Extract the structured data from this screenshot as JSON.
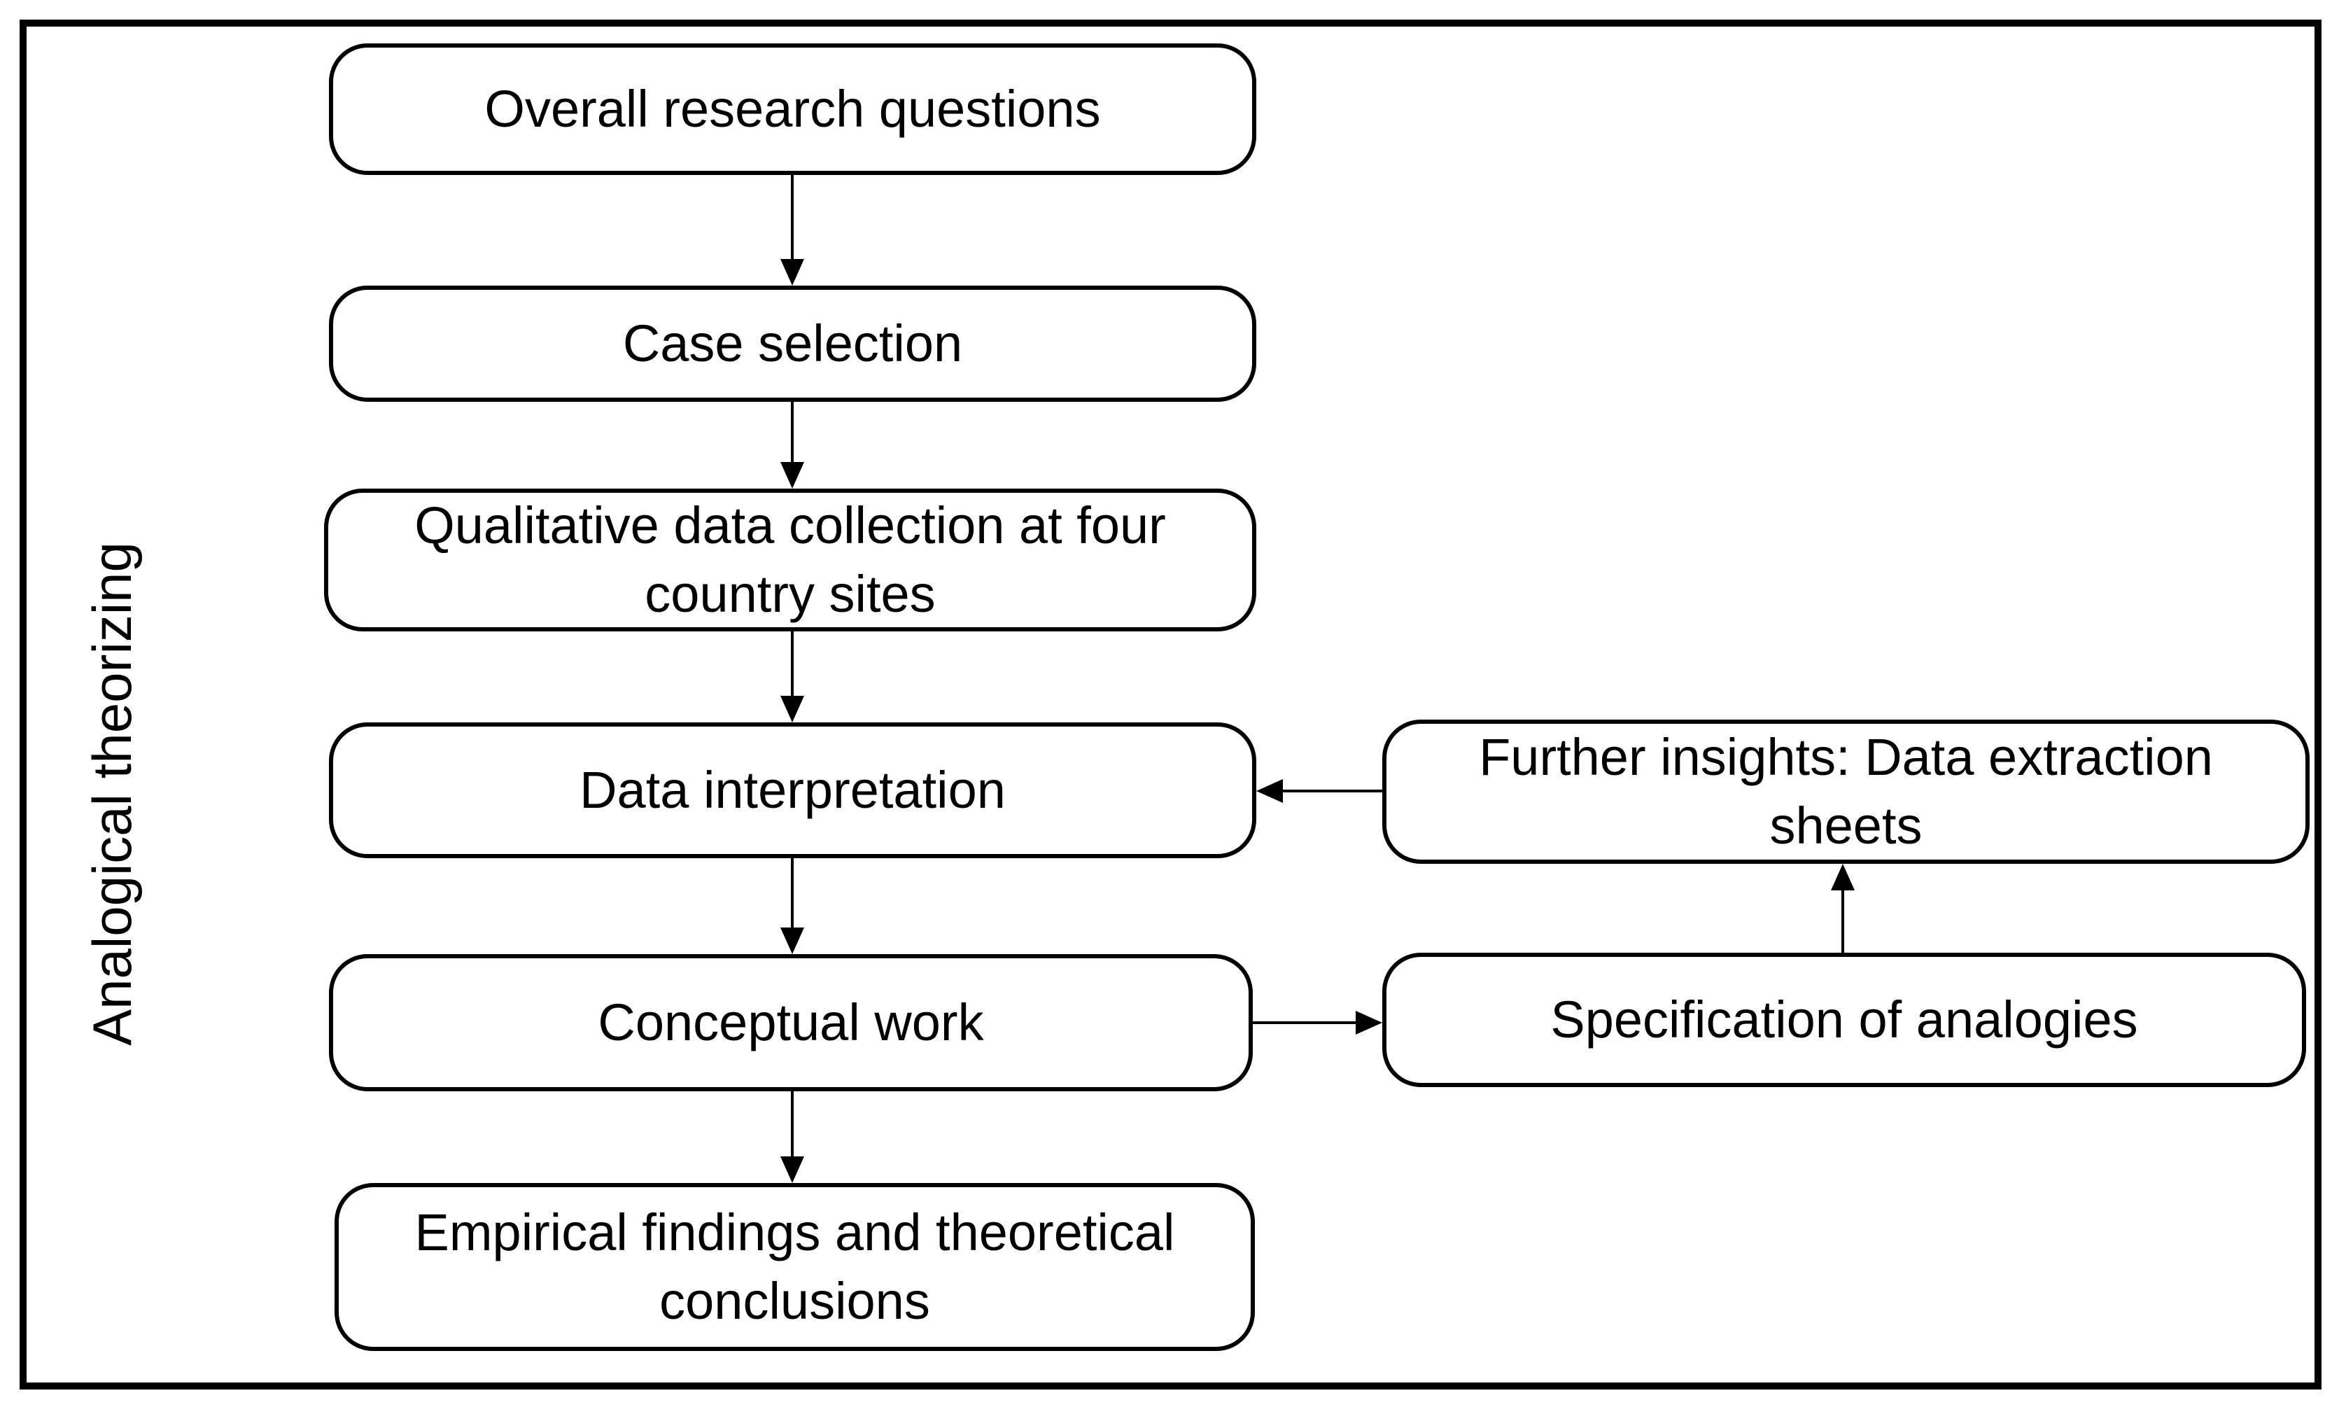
{
  "colors": {
    "stroke": "#000000",
    "background": "#ffffff"
  },
  "side_label": "Analogical theorizing",
  "nodes": {
    "overall": {
      "label": "Overall research questions"
    },
    "case_selection": {
      "label": "Case selection"
    },
    "qualitative": {
      "label": "Qualitative data collection at four country sites"
    },
    "interpretation": {
      "label": "Data interpretation"
    },
    "conceptual": {
      "label": "Conceptual work"
    },
    "empirical": {
      "label": "Empirical findings and theoretical conclusions"
    },
    "further_insights": {
      "label": "Further insights: Data extraction sheets"
    },
    "specification": {
      "label": "Specification of analogies"
    }
  },
  "edges": [
    {
      "from": "overall",
      "to": "case_selection",
      "direction": "down"
    },
    {
      "from": "case_selection",
      "to": "qualitative",
      "direction": "down"
    },
    {
      "from": "qualitative",
      "to": "interpretation",
      "direction": "down"
    },
    {
      "from": "interpretation",
      "to": "conceptual",
      "direction": "down"
    },
    {
      "from": "conceptual",
      "to": "empirical",
      "direction": "down"
    },
    {
      "from": "conceptual",
      "to": "specification",
      "direction": "right"
    },
    {
      "from": "specification",
      "to": "further_insights",
      "direction": "up"
    },
    {
      "from": "further_insights",
      "to": "interpretation",
      "direction": "left"
    }
  ]
}
